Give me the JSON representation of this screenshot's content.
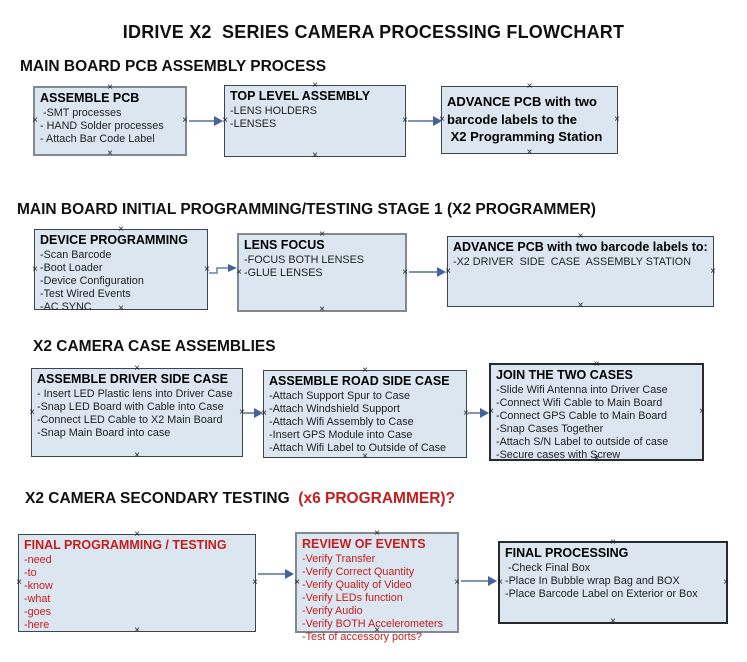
{
  "title": "IDRIVE X2  SERIES CAMERA PROCESSING FLOWCHART",
  "icons": {
    "connection_marker": "×"
  },
  "colors": {
    "box_fill": "#dce6f1",
    "box_border": "#3c4450",
    "box_border_gray": "#82888f",
    "red": "#c31e1e",
    "arrow_line": "#7d94b5",
    "arrow_head": "#44639e"
  },
  "sections": {
    "s1": {
      "heading": "MAIN BOARD PCB ASSEMBLY PROCESS"
    },
    "s2": {
      "heading": "MAIN BOARD INITIAL PROGRAMMING/TESTING STAGE 1 (X2 PROGRAMMER)"
    },
    "s3": {
      "heading": "X2 CAMERA CASE ASSEMBLIES"
    },
    "s4": {
      "heading_black": "X2 CAMERA SECONDARY TESTING  ",
      "heading_red": "(x6 PROGRAMMER)?"
    }
  },
  "boxes": {
    "assemble_pcb": {
      "title": "ASSEMBLE PCB",
      "items": [
        " -SMT processes",
        "- HAND Solder processes",
        "- Attach Bar Code Label"
      ]
    },
    "top_level_assembly": {
      "title": "TOP LEVEL ASSEMBLY",
      "items": [
        "-LENS HOLDERS",
        "-LENSES"
      ]
    },
    "advance_to_programming_station": {
      "text": "ADVANCE PCB with two\nbarcode labels to the\n X2 Programming Station"
    },
    "device_programming": {
      "title": "DEVICE PROGRAMMING",
      "items": [
        "-Scan Barcode",
        "-Boot Loader",
        "-Device Configuration",
        "-Test Wired Events",
        "-AC SYNC"
      ]
    },
    "lens_focus": {
      "title": "LENS FOCUS",
      "items": [
        "-FOCUS BOTH LENSES",
        "-GLUE LENSES"
      ]
    },
    "advance_to_case_assembly": {
      "title": "ADVANCE PCB with two barcode labels to:",
      "items": [
        "-X2 DRIVER  SIDE  CASE  ASSEMBLY STATION"
      ]
    },
    "assemble_driver_side_case": {
      "title": "ASSEMBLE DRIVER SIDE CASE",
      "items": [
        "- Insert LED Plastic lens into Driver Case",
        "-Snap LED Board with Cable into Case",
        "-Connect LED Cable to X2 Main Board",
        "-Snap Main Board into case"
      ]
    },
    "assemble_road_side_case": {
      "title": "ASSEMBLE ROAD SIDE CASE",
      "items": [
        "-Attach Support Spur to Case",
        "-Attach Windshield Support",
        "-Attach Wifi Assembly to Case",
        "-Insert GPS Module into Case",
        "-Attach Wifi Label to Outside of Case"
      ]
    },
    "join_the_two_cases": {
      "title": "JOIN THE TWO CASES",
      "items": [
        "-Slide Wifi Antenna into Driver Case",
        "-Connect Wifi Cable to Main Board",
        "-Connect GPS Cable to Main Board",
        "-Snap Cases Together",
        "-Attach S/N Label to outside of case",
        "-Secure cases with Screw"
      ]
    },
    "final_programming_testing": {
      "title": "FINAL PROGRAMMING / TESTING",
      "items": [
        "-need",
        "-to",
        "-know",
        "-what",
        "-goes",
        "-here"
      ]
    },
    "review_of_events": {
      "title": "REVIEW OF EVENTS",
      "items": [
        "-Verify Transfer",
        "-Verify Correct Quantity",
        "-Verify Quality of Video",
        "-Verify LEDs function",
        "-Verify Audio",
        "-Verify BOTH Accelerometers",
        "-Test of accessory ports?"
      ]
    },
    "final_processing": {
      "title": "FINAL PROCESSING",
      "items": [
        " -Check Final Box",
        "-Place In Bubble wrap Bag and BOX",
        "-Place Barcode Label on Exterior or Box"
      ]
    }
  }
}
